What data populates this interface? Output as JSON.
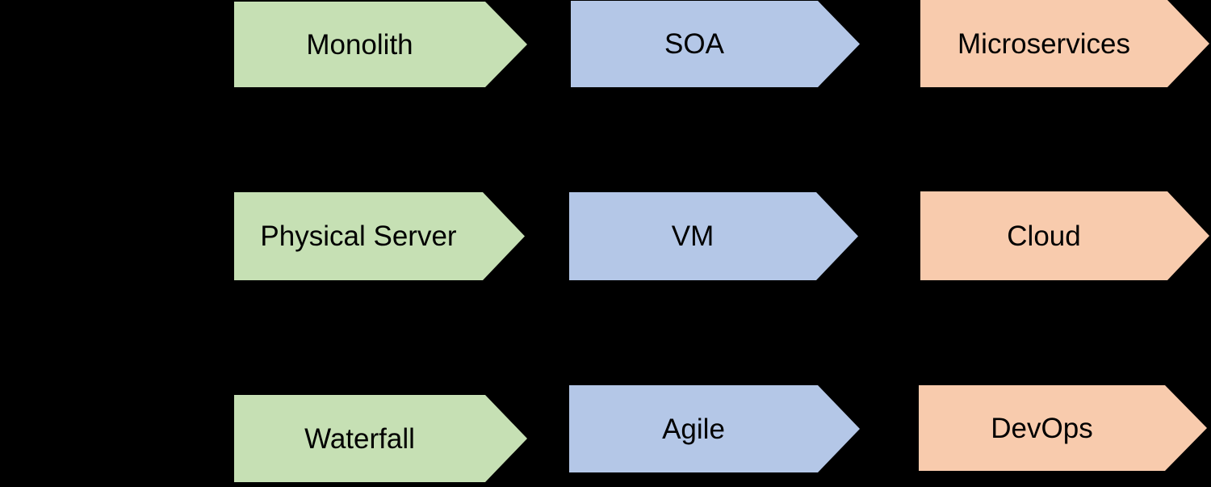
{
  "diagram": {
    "colors": {
      "background": "#000000",
      "green": "#c6e0b4",
      "blue": "#b4c7e7",
      "orange": "#f8cbad",
      "label_text": "#000000"
    },
    "rows": [
      {
        "stages": [
          {
            "label": "Monolith"
          },
          {
            "label": "SOA"
          },
          {
            "label": "Microservices"
          }
        ]
      },
      {
        "stages": [
          {
            "label": "Physical Server"
          },
          {
            "label": "VM"
          },
          {
            "label": "Cloud"
          }
        ]
      },
      {
        "stages": [
          {
            "label": "Waterfall"
          },
          {
            "label": "Agile"
          },
          {
            "label": "DevOps"
          }
        ]
      }
    ]
  }
}
